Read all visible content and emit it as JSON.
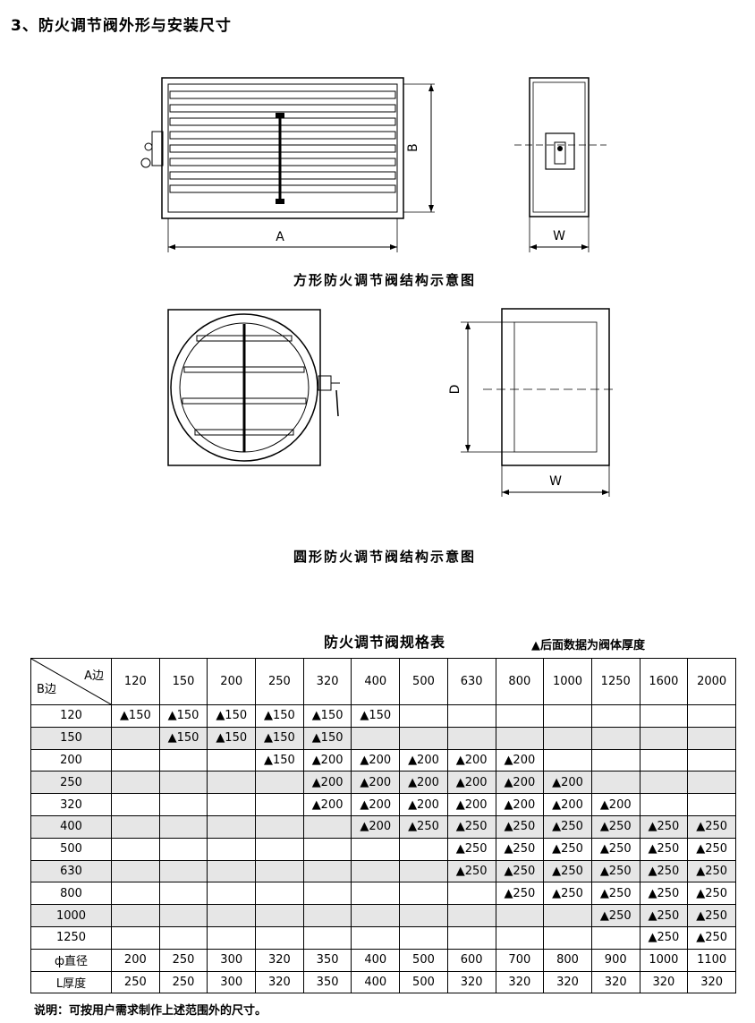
{
  "heading": "3、防火调节阀外形与安装尺寸",
  "diagrams": {
    "square_caption": "方形防火调节阀结构示意图",
    "round_caption": "圆形防火调节阀结构示意图",
    "labels": {
      "a": "A",
      "b": "B",
      "w": "W",
      "d": "D"
    }
  },
  "table": {
    "title": "防火调节阀规格表",
    "note": "▲后面数据为阀体厚度",
    "corner_a": "A边",
    "corner_b": "B边",
    "columns": [
      "120",
      "150",
      "200",
      "250",
      "320",
      "400",
      "500",
      "630",
      "800",
      "1000",
      "1250",
      "1600",
      "2000"
    ],
    "rows": [
      {
        "b": "120",
        "cells": [
          "▲150",
          "▲150",
          "▲150",
          "▲150",
          "▲150",
          "▲150",
          "",
          "",
          "",
          "",
          "",
          "",
          ""
        ]
      },
      {
        "b": "150",
        "cells": [
          "",
          "▲150",
          "▲150",
          "▲150",
          "▲150",
          "",
          "",
          "",
          "",
          "",
          "",
          "",
          ""
        ]
      },
      {
        "b": "200",
        "cells": [
          "",
          "",
          "",
          "▲150",
          "▲200",
          "▲200",
          "▲200",
          "▲200",
          "▲200",
          "",
          "",
          "",
          ""
        ]
      },
      {
        "b": "250",
        "cells": [
          "",
          "",
          "",
          "",
          "▲200",
          "▲200",
          "▲200",
          "▲200",
          "▲200",
          "▲200",
          "",
          "",
          ""
        ]
      },
      {
        "b": "320",
        "cells": [
          "",
          "",
          "",
          "",
          "▲200",
          "▲200",
          "▲200",
          "▲200",
          "▲200",
          "▲200",
          "▲200",
          "",
          ""
        ]
      },
      {
        "b": "400",
        "cells": [
          "",
          "",
          "",
          "",
          "",
          "▲200",
          "▲250",
          "▲250",
          "▲250",
          "▲250",
          "▲250",
          "▲250",
          "▲250"
        ]
      },
      {
        "b": "500",
        "cells": [
          "",
          "",
          "",
          "",
          "",
          "",
          "",
          "▲250",
          "▲250",
          "▲250",
          "▲250",
          "▲250",
          "▲250"
        ]
      },
      {
        "b": "630",
        "cells": [
          "",
          "",
          "",
          "",
          "",
          "",
          "",
          "▲250",
          "▲250",
          "▲250",
          "▲250",
          "▲250",
          "▲250"
        ]
      },
      {
        "b": "800",
        "cells": [
          "",
          "",
          "",
          "",
          "",
          "",
          "",
          "",
          "▲250",
          "▲250",
          "▲250",
          "▲250",
          "▲250"
        ]
      },
      {
        "b": "1000",
        "cells": [
          "",
          "",
          "",
          "",
          "",
          "",
          "",
          "",
          "",
          "",
          "▲250",
          "▲250",
          "▲250"
        ]
      },
      {
        "b": "1250",
        "cells": [
          "",
          "",
          "",
          "",
          "",
          "",
          "",
          "",
          "",
          "",
          "",
          "▲250",
          "▲250"
        ]
      }
    ],
    "diameter_row": {
      "label": "ф直径",
      "cells": [
        "200",
        "250",
        "300",
        "320",
        "350",
        "400",
        "500",
        "600",
        "700",
        "800",
        "900",
        "1000",
        "1100"
      ]
    },
    "thickness_row": {
      "label": "L厚度",
      "cells": [
        "250",
        "250",
        "300",
        "320",
        "350",
        "400",
        "500",
        "320",
        "320",
        "320",
        "320",
        "320",
        "320"
      ]
    }
  },
  "footnote": "说明：可按用户需求制作上述范围外的尺寸。"
}
